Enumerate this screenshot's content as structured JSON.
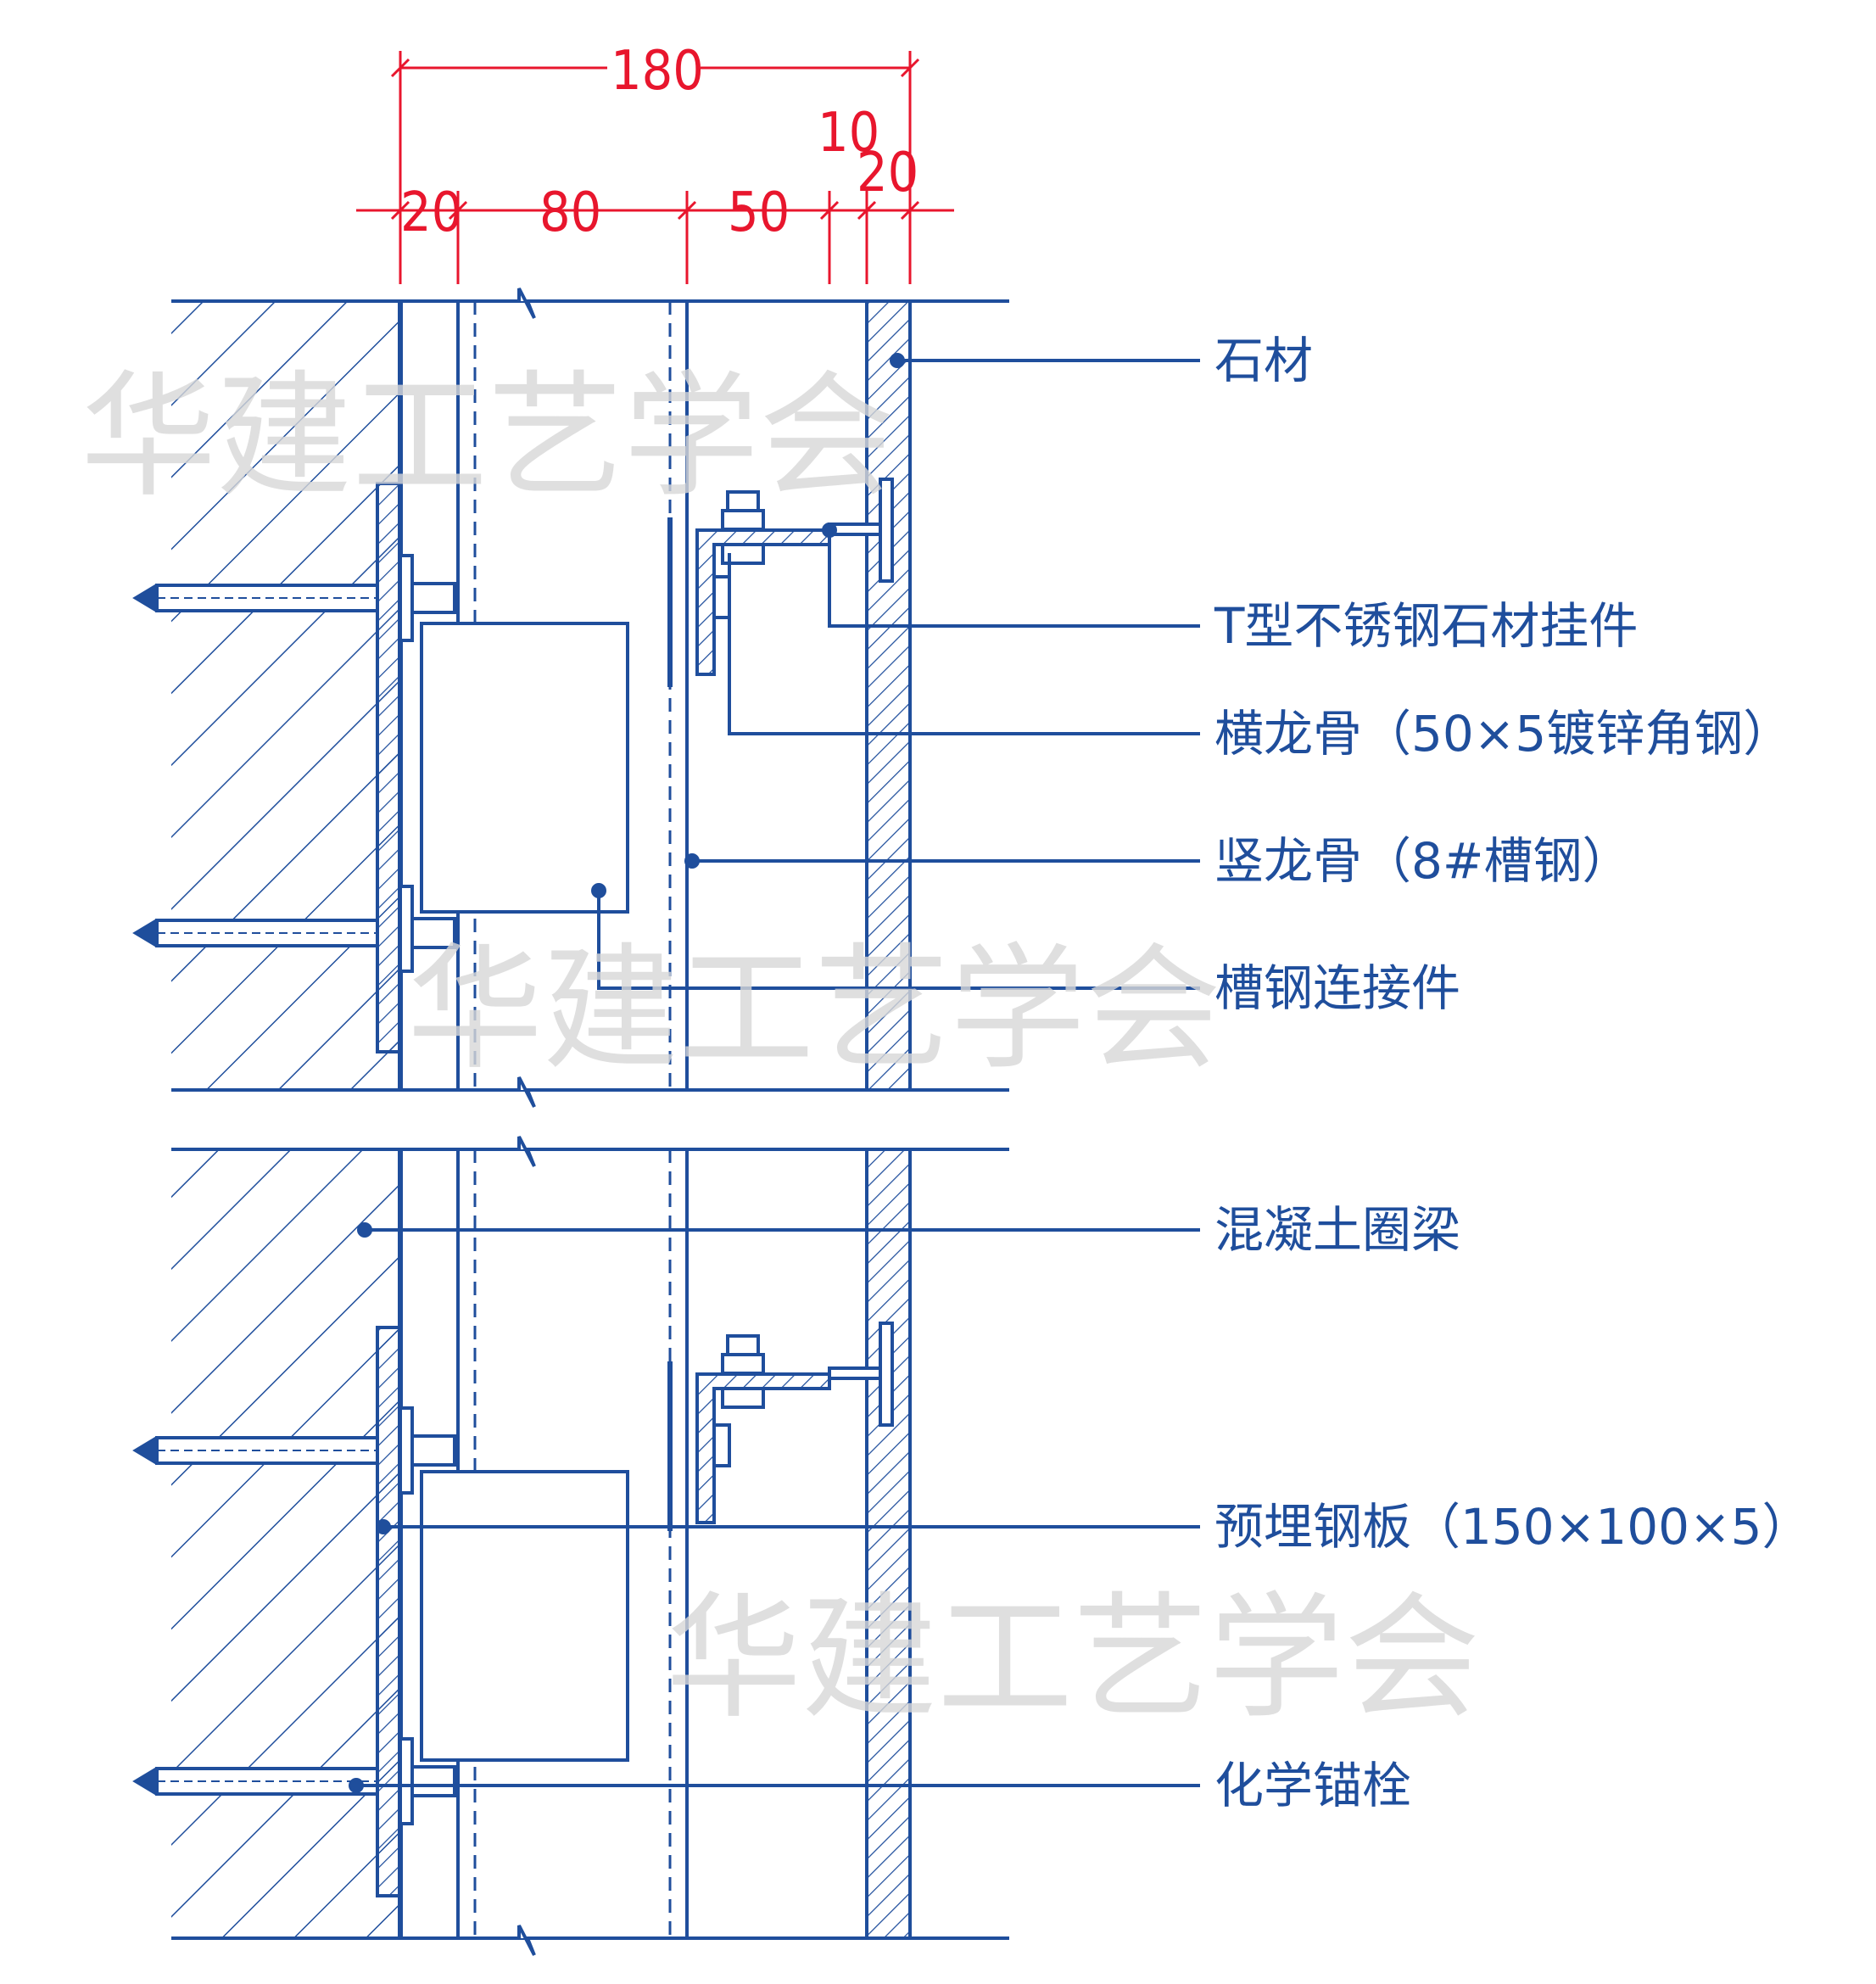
{
  "dimensions": {
    "total": "180",
    "d20a": "20",
    "d80": "80",
    "d50": "50",
    "d10": "10",
    "d20b": "20"
  },
  "labels": {
    "stone": "石材",
    "t_hanger": "T型不锈钢石材挂件",
    "horizontal_keel": "横龙骨（50×5镀锌角钢）",
    "vertical_keel": "竖龙骨（8#槽钢）",
    "channel_connector": "槽钢连接件",
    "concrete_beam": "混凝土圈梁",
    "embedded_plate": "预埋钢板（150×100×5）",
    "chemical_anchor": "化学锚栓"
  },
  "watermark": "华建工艺学会",
  "colors": {
    "line": "#1f4e9c",
    "dimension": "#e8162d",
    "watermark": "#d8d8d8",
    "background": "#ffffff"
  }
}
